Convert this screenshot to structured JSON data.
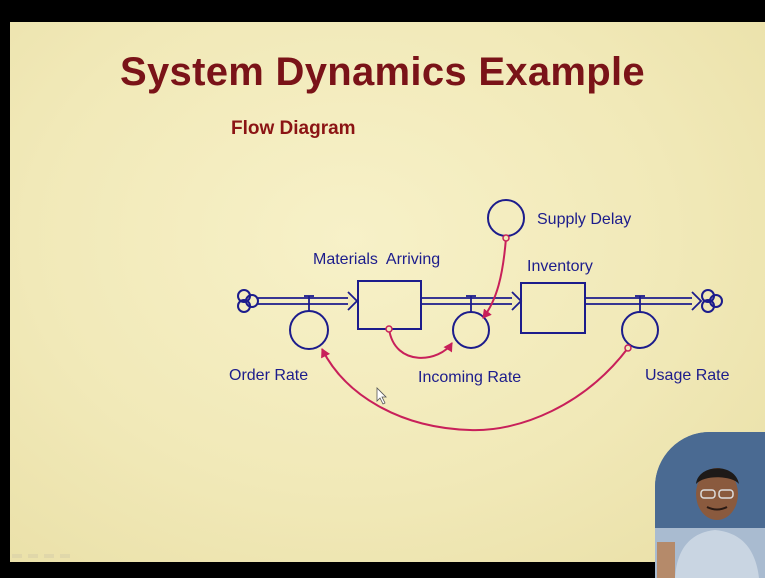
{
  "slide": {
    "title": "System Dynamics Example",
    "subtitle": "Flow Diagram"
  },
  "diagram": {
    "stocks": [
      {
        "id": "materials_arriving",
        "label": "Materials  Arriving"
      },
      {
        "id": "inventory",
        "label": "Inventory"
      }
    ],
    "rates": [
      {
        "id": "order_rate",
        "label": "Order Rate"
      },
      {
        "id": "incoming_rate",
        "label": "Incoming Rate"
      },
      {
        "id": "usage_rate",
        "label": "Usage Rate"
      }
    ],
    "auxiliaries": [
      {
        "id": "supply_delay",
        "label": "Supply Delay"
      }
    ],
    "colors": {
      "flow": "#1c1c8c",
      "link": "#c8205a",
      "title": "#7a1318"
    }
  },
  "presenter": {
    "icon": "video-presenter-thumbnail"
  }
}
